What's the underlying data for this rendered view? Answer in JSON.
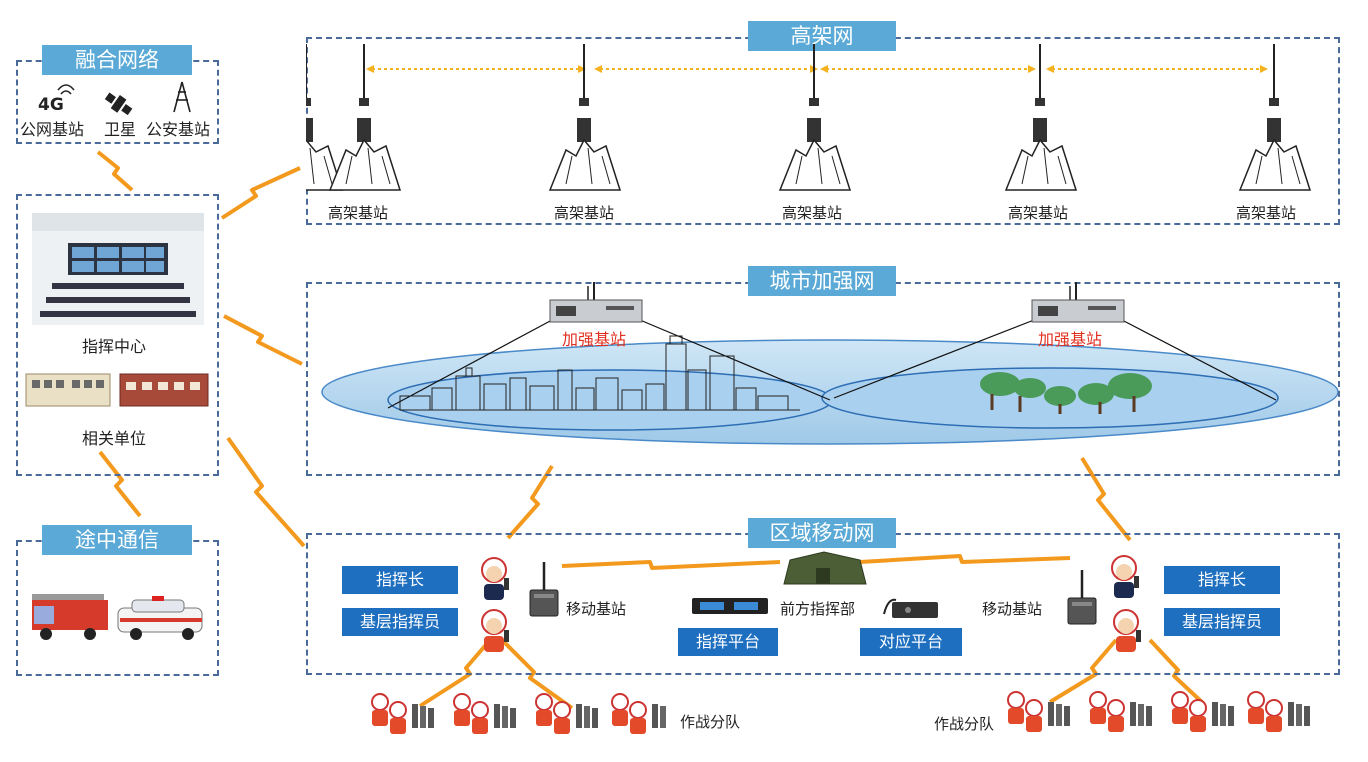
{
  "sections": {
    "fusion": {
      "title": "融合网络",
      "items": [
        "公网基站",
        "卫星",
        "公安基站"
      ],
      "badge": "4G"
    },
    "high": {
      "title": "高架网",
      "station_label": "高架基站",
      "count": 5
    },
    "city": {
      "title": "城市加强网",
      "station_label": "加强基站"
    },
    "region": {
      "title": "区域移动网"
    },
    "transit": {
      "title": "途中通信"
    }
  },
  "command": {
    "center": "指挥中心",
    "units": "相关单位"
  },
  "region": {
    "commander": "指挥长",
    "base_commander": "基层指挥员",
    "mobile_station": "移动基站",
    "front_command": "前方指挥部",
    "command_platform": "指挥平台",
    "response_platform": "对应平台",
    "squad": "作战分队"
  },
  "colors": {
    "title_bg": "#5aa9d6",
    "button_bg": "#1e6fc0",
    "link": "#f39a1e",
    "border": "#4a6a9a",
    "red_label": "#e03020"
  }
}
